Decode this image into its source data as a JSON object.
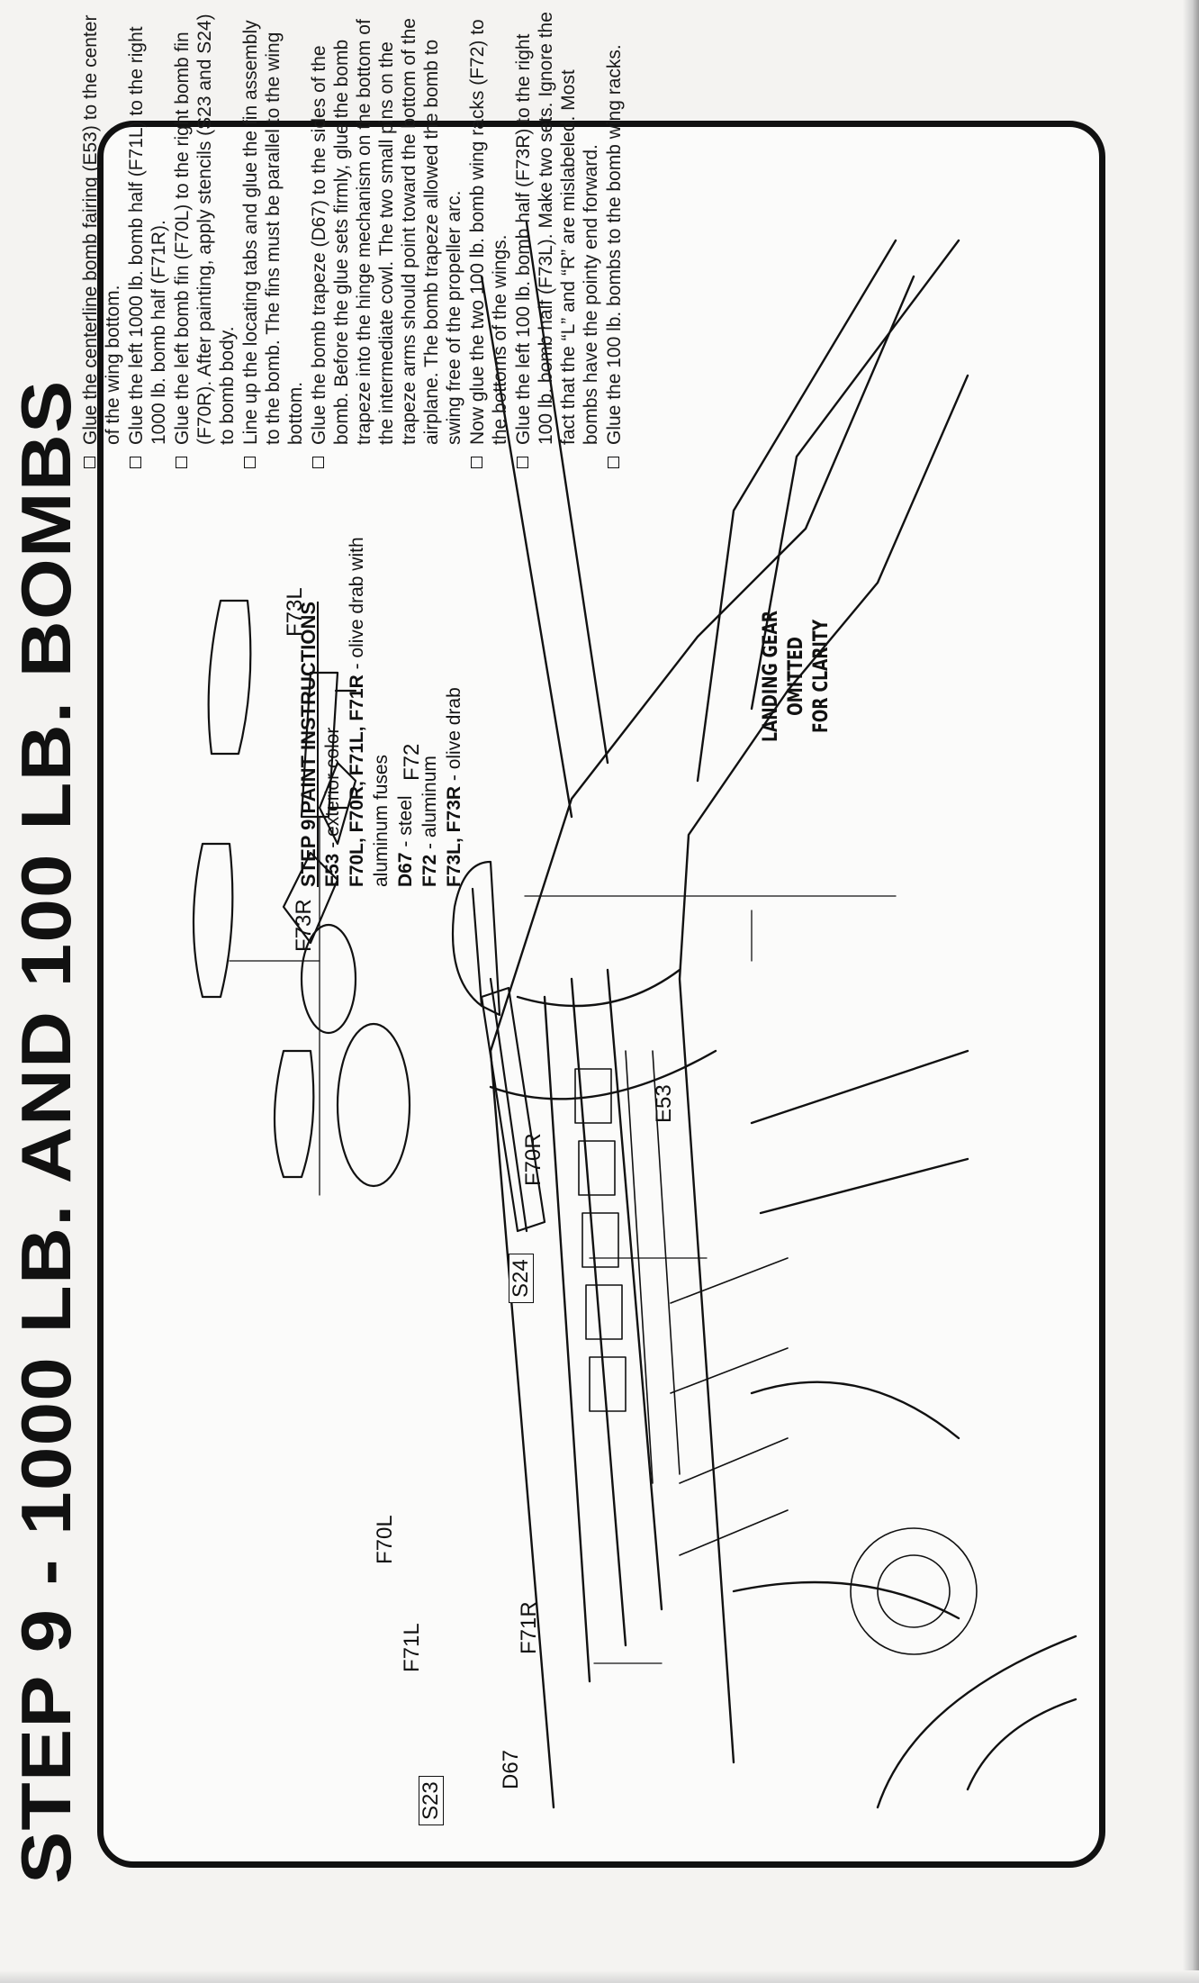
{
  "title": "STEP 9 - 1000 LB. AND 100 LB. BOMBS",
  "paint": {
    "heading": "STEP 9 PAINT INSTRUCTIONS",
    "lines": [
      {
        "parts": "E53",
        "desc": " - exterior color"
      },
      {
        "parts": "F70L, F70R, F71L, F71R",
        "desc": " - olive drab with"
      },
      {
        "parts": "",
        "desc": "aluminum fuses"
      },
      {
        "parts": "D67",
        "desc": " - steel"
      },
      {
        "parts": "F72",
        "desc": " - aluminum"
      },
      {
        "parts": "F73L, F73R",
        "desc": " - olive drab"
      }
    ]
  },
  "landing_note": [
    "LANDING GEAR",
    "OMITTED",
    "FOR CLARITY"
  ],
  "labels": {
    "s23": "S23",
    "f71l": "F71L",
    "f70l": "F70L",
    "f73r": "F73R",
    "f73l": "F73L",
    "s24": "S24",
    "f70r": "F70R",
    "f71r": "F71R",
    "d67": "D67",
    "e53": "E53",
    "f72": "F72"
  },
  "instructions": [
    "Glue the centerline bomb fairing (E53) to the center of the wing bottom.",
    "Glue the left 1000 lb. bomb half (F71L) to the right 1000 lb. bomb half (F71R).",
    "Glue the left bomb fin (F70L) to the right bomb fin (F70R). After painting, apply stencils (S23 and S24) to bomb body.",
    "Line up the locating tabs and glue the fin assembly to the bomb. The fins must be parallel to the wing bottom.",
    "Glue the bomb trapeze (D67) to the sides of the bomb.  Before the glue sets firmly, glue the bomb trapeze into the hinge mechanism on the bottom of the intermediate cowl. The two small pins on the trapeze arms should point toward the bottom of the airplane.  The bomb trapeze allowed the bomb to swing free of the propeller arc.",
    "Now glue the two 100 lb. bomb wing racks (F72) to the bottoms of the wings.",
    "Glue the left 100 lb. bomb half (F73R) to the right 100 lb. bomb half (F73L). Make two sets.  Ignore the fact that the “L” and “R” are mislabeled.  Most bombs have the pointy end forward.",
    "Glue the 100 lb. bombs to the bomb wing racks."
  ]
}
